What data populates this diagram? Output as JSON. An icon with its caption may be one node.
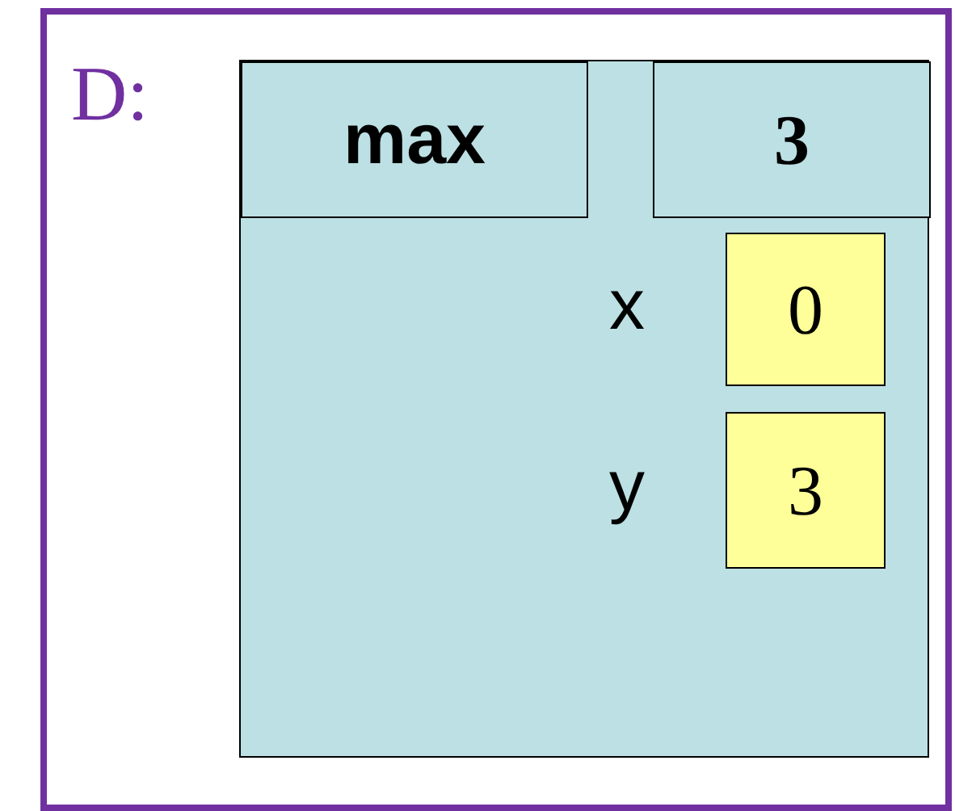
{
  "diagram": {
    "nodes": [
      {
        "text": [
          "D:"
        ]
      },
      {
        "text": [],
        "shape": "box",
        "in": 0
      },
      {
        "text": [
          "max"
        ],
        "in": 1
      },
      {
        "text": [
          "3"
        ],
        "in": 1
      },
      {
        "text": [
          "0"
        ],
        "in": 1,
        "beside": [
          "x"
        ]
      },
      {
        "text": [
          "3"
        ],
        "in": 1,
        "beside": [
          "y"
        ]
      }
    ],
    "edges": []
  }
}
